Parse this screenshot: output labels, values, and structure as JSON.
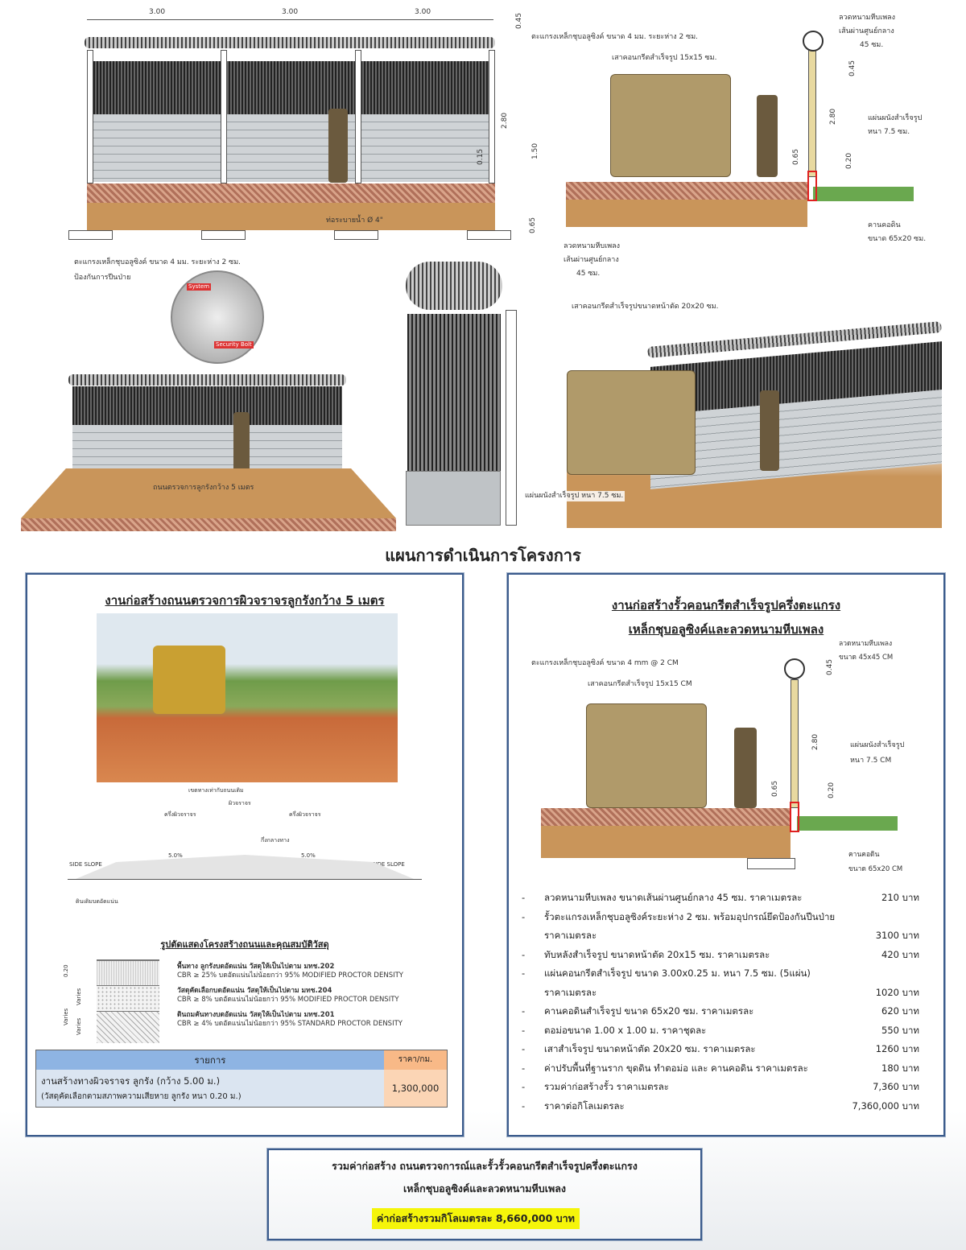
{
  "top_front": {
    "dims": [
      "3.00",
      "3.00",
      "3.00"
    ],
    "h1": "0.45",
    "h2": "2.80",
    "h3": "1.50",
    "h4": "0.15",
    "h5": "0.65",
    "drain": "ท่อระบายน้ำ Ø 4\""
  },
  "top_side": {
    "barbed": "ลวดหนามหีบเพลง",
    "barbed2": "เส้นผ่านศูนย์กลาง",
    "barbed3": "45 ซม.",
    "mesh": "ตะแกรงเหล็กชุบอลูซิงค์ ขนาด 4 มม. ระยะห่าง 2 ซม.",
    "post": "เสาคอนกรีตสำเร็จรูป 15x15 ซม.",
    "wall": "แผ่นผนังสำเร็จรูป",
    "wall2": "หนา 7.5 ซม.",
    "beam": "คานคอดิน",
    "beam2": "ขนาด 65x20 ซม.",
    "d1": "0.45",
    "d2": "2.80",
    "d3": "0.20",
    "d4": "0.65"
  },
  "mid": {
    "mesh": "ตะแกรงเหล็กชุบอลูซิงค์ ขนาด 4 มม. ระยะห่าง 2 ซม.",
    "mesh2": "ป้องกันการปีนป่าย",
    "road": "ถนนตรวจการลูกรังกว้าง 5 เมตร",
    "barbed": "ลวดหนามหีบเพลง",
    "barbed2": "เส้นผ่านศูนย์กลาง",
    "barbed3": "45 ซม.",
    "post": "เสาคอนกรีตสำเร็จรูปขนาดหน้าตัด 20x20 ซม.",
    "wall": "แผ่นผนังสำเร็จรูป หนา 7.5 ซม.",
    "detail1": "System",
    "detail2": "Security Bolt"
  },
  "page_title": "แผนการดำเนินการโครงการ",
  "road_panel": {
    "title": "งานก่อสร้างถนนตรวจการผิวจราจรลูกรังกว้าง 5 เมตร",
    "xs_top": "เขตทางเท่ากับถนนเดิม",
    "xs_width": "ผิวจราจร",
    "xs_lane": "ครึ่งผิวจราจร",
    "xs_cl": "กึ่งกลางทาง",
    "xs_slope": "5.0%",
    "xs_side": "SIDE SLOPE",
    "xs_varies": "Varies",
    "xs_ground": "ดินเดิมบดอัดแน่น",
    "section_title": "รูปตัดแสดงโครงสร้างถนนและคุณสมบัติวัสดุ",
    "layers": [
      {
        "name": "พื้นทาง ลูกรังบดอัดแน่น วัสดุให้เป็นไปตาม มทช.202",
        "spec": "CBR ≥ 25% บดอัดแน่นไม่น้อยกว่า 95% MODIFIED PROCTOR DENSITY"
      },
      {
        "name": "วัสดุคัดเลือกบดอัดแน่น วัสดุให้เป็นไปตาม มทช.204",
        "spec": "CBR ≥ 8% บดอัดแน่นไม่น้อยกว่า 95% MODIFIED PROCTOR DENSITY"
      },
      {
        "name": "ดินถมคันทางบดอัดแน่น วัสดุให้เป็นไปตาม มทช.201",
        "spec": "CBR ≥ 4% บดอัดแน่นไม่น้อยกว่า 95% STANDARD PROCTOR DENSITY"
      }
    ],
    "layer_dims": [
      "0.20",
      "Varies",
      "Varies",
      "Varies"
    ],
    "table": {
      "col1": "รายการ",
      "col2": "ราคา/กม.",
      "item": "งานสร้างทางผิวจราจร ลูกรัง (กว้าง 5.00 ม.)",
      "note": "(วัสดุคัดเลือกตามสภาพความเสียหาย ลูกรัง หนา 0.20 ม.)",
      "price": "1,300,000"
    }
  },
  "fence_panel": {
    "title1": "งานก่อสร้างรั้วคอนกรีตสำเร็จรูปครึ่งตะแกรง",
    "title2": "เหล็กชุบอลูซิงค์และลวดหนามหีบเพลง",
    "barbed": "ลวดหนามหีบเพลง",
    "barbed2": "ขนาด 45x45 CM",
    "mesh": "ตะแกรงเหล็กชุบอลูซิงค์ ขนาด 4 mm @ 2 CM",
    "post": "เสาคอนกรีตสำเร็จรูป 15x15 CM",
    "wall": "แผ่นผนังสำเร็จรูป",
    "wall2": "หนา 7.5 CM",
    "beam": "คานคอดิน",
    "beam2": "ขนาด 65x20 CM",
    "d1": "0.45",
    "d2": "2.80",
    "d3": "0.20",
    "d4": "0.65",
    "costs": [
      {
        "text": "ลวดหนามหีบเพลง ขนาดเส้นผ่านศูนย์กลาง  45 ซม. ราคาเมตรละ",
        "price": "210 บาท"
      },
      {
        "text": "รั้วตะแกรงเหล็กชุบอลูซิงค์ระยะห่าง 2 ซม. พร้อมอุปกรณ์ยึดป้องกันปีนป่าย",
        "price": ""
      },
      {
        "text": "ราคาเมตรละ",
        "price": "3100 บาท",
        "cont": true
      },
      {
        "text": "ทับหลังสำเร็จรูป ขนาดหน้าตัด 20x15 ซม. ราคาเมตรละ",
        "price": "420 บาท"
      },
      {
        "text": "แผ่นคอนกรีตสำเร็จรูป ขนาด 3.00x0.25 ม. หนา 7.5 ซม. (5แผ่น)",
        "price": ""
      },
      {
        "text": "ราคาเมตรละ",
        "price": "1020 บาท",
        "cont": true
      },
      {
        "text": "คานคอดินสำเร็จรูป ขนาด 65x20 ซม. ราคาเมตรละ",
        "price": "620 บาท"
      },
      {
        "text": "ตอม่อขนาด 1.00 x 1.00 ม. ราคาชุดละ",
        "price": "550 บาท"
      },
      {
        "text": "เสาสำเร็จรูป ขนาดหน้าตัด 20x20 ซม. ราคาเมตรละ",
        "price": "1260 บาท"
      },
      {
        "text": "ค่าปรับพื้นที่ฐานราก ขุดดิน ทำตอม่อ และ คานคอดิน ราคาเมตรละ",
        "price": "180  บาท"
      },
      {
        "text": "รวมค่าก่อสร้างรั้ว  ราคาเมตรละ",
        "price": "7,360  บาท"
      },
      {
        "text": "ราคาต่อกิโลเมตรละ",
        "price": "7,360,000 บาท"
      }
    ]
  },
  "summary": {
    "line1": "รวมค่าก่อสร้าง ถนนตรวจการณ์และรั้วรั้วคอนกรีตสำเร็จรูปครึ่งตะแกรง",
    "line2": "เหล็กชุบอลูซิงค์และลวดหนามหีบเพลง",
    "total": "ค่าก่อสร้างรวมกิโลเมตรละ 8,660,000 บาท",
    "highlight": "#f5f50a"
  },
  "colors": {
    "panel_border": "#3b5b8c",
    "table_header": "#8eb4e3",
    "table_price_bg": "#fbd5b5",
    "soil": "#c9955a",
    "beam_red": "#e02020"
  }
}
